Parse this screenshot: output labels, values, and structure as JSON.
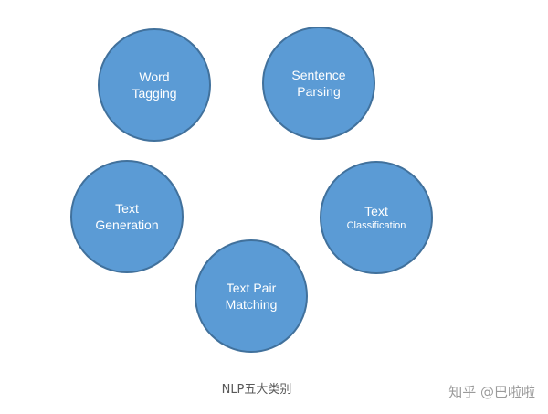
{
  "diagram": {
    "nodes": [
      {
        "line1": "Word",
        "line2": "Tagging"
      },
      {
        "line1": "Sentence",
        "line2": "Parsing"
      },
      {
        "line1": "Text",
        "line2": "Generation"
      },
      {
        "line1": "Text",
        "line2": "Classification"
      },
      {
        "line1": "Text Pair",
        "line2": "Matching"
      }
    ],
    "caption": "NLP五大类别",
    "fill_color": "#5b9bd5",
    "border_color": "#41719c",
    "text_color": "#ffffff"
  },
  "watermark": "知乎 @巴啦啦"
}
